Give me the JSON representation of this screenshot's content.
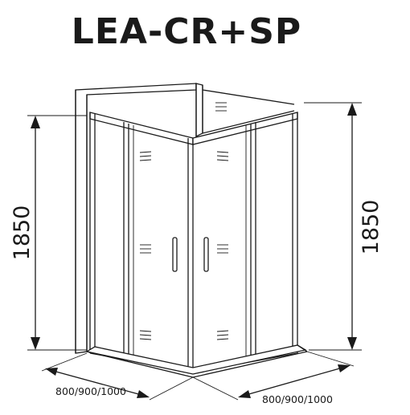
{
  "title": "LEA-CR+SP",
  "dimensions": {
    "height_left": "1850",
    "height_right": "1850",
    "width_left": "800/900/1000",
    "width_right": "800/900/1000"
  }
}
